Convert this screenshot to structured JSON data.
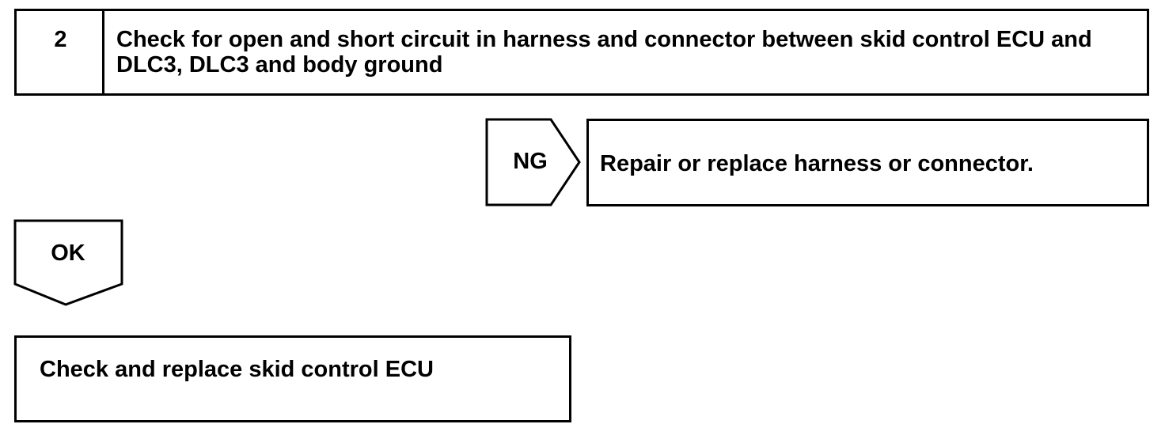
{
  "step": {
    "number": "2",
    "text": "Check for open and short circuit in harness and connector between skid control ECU and DLC3, DLC3 and body ground"
  },
  "ng_branch": {
    "label": "NG",
    "result": "Repair or replace harness or connector."
  },
  "ok_branch": {
    "label": "OK"
  },
  "final_step": {
    "text": "Check and replace skid control ECU"
  }
}
